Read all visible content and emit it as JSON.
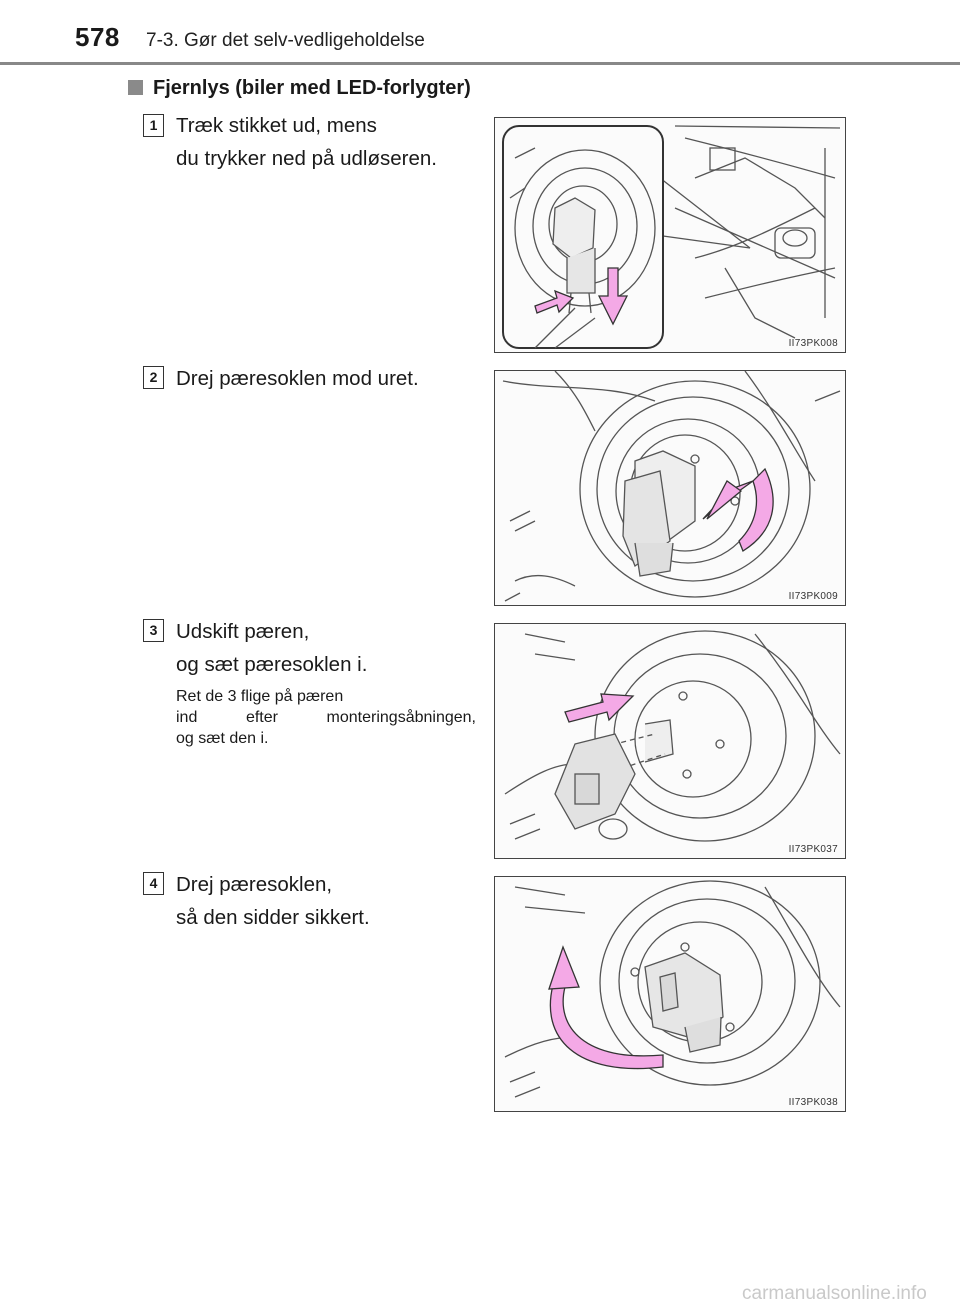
{
  "header": {
    "page_number": "578",
    "chapter_title": "7-3. Gør det selv-vedligeholdelse"
  },
  "section": {
    "heading": "Fjernlys (biler med LED-forlygter)"
  },
  "steps": [
    {
      "number": "1",
      "lines": [
        "Træk stikket ud, mens",
        "du trykker ned på udløseren."
      ],
      "image_code": "II73PK008"
    },
    {
      "number": "2",
      "lines": [
        "Drej pæresoklen mod uret."
      ],
      "image_code": "II73PK009"
    },
    {
      "number": "3",
      "lines": [
        "Udskift pæren,",
        "og sæt pæresoklen i."
      ],
      "note": [
        "Ret de 3 flige på pæren",
        "ind efter monteringsåbningen,",
        "og sæt den i."
      ],
      "image_code": "II73PK037"
    },
    {
      "number": "4",
      "lines": [
        "Drej pæresoklen,",
        "så den sidder sikkert."
      ],
      "image_code": "II73PK038"
    }
  ],
  "footer": {
    "watermark": "carmanualsonline.info"
  },
  "colors": {
    "arrow_pink": "#f4a9e6",
    "line": "#555555",
    "header_rule": "#888888"
  }
}
